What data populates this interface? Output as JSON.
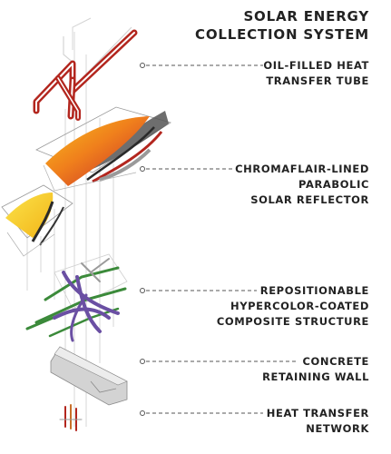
{
  "title": {
    "line1": "SOLAR ENERGY",
    "line2": "COLLECTION SYSTEM"
  },
  "components": [
    {
      "id": "tube",
      "lines": [
        "OIL-FILLED HEAT",
        "TRANSFER TUBE"
      ]
    },
    {
      "id": "reflector",
      "lines": [
        "CHROMAFLAIR-LINED",
        "PARABOLIC",
        "SOLAR REFLECTOR"
      ]
    },
    {
      "id": "structure",
      "lines": [
        "REPOSITIONABLE",
        "HYPERCOLOR-COATED",
        "COMPOSITE STRUCTURE"
      ]
    },
    {
      "id": "wall",
      "lines": [
        "CONCRETE",
        "RETAINING WALL"
      ]
    },
    {
      "id": "network",
      "lines": [
        "HEAT TRANSFER",
        "NETWORK"
      ]
    }
  ],
  "colors": {
    "tube": "#b3261e",
    "reflector_gradient": [
      "#c8262a",
      "#f28a1c",
      "#f8c92a"
    ],
    "structure_purple": "#6a4fa3",
    "structure_green": "#3b8a3a",
    "wall": "#cfcfcf",
    "leader": "#555555"
  }
}
